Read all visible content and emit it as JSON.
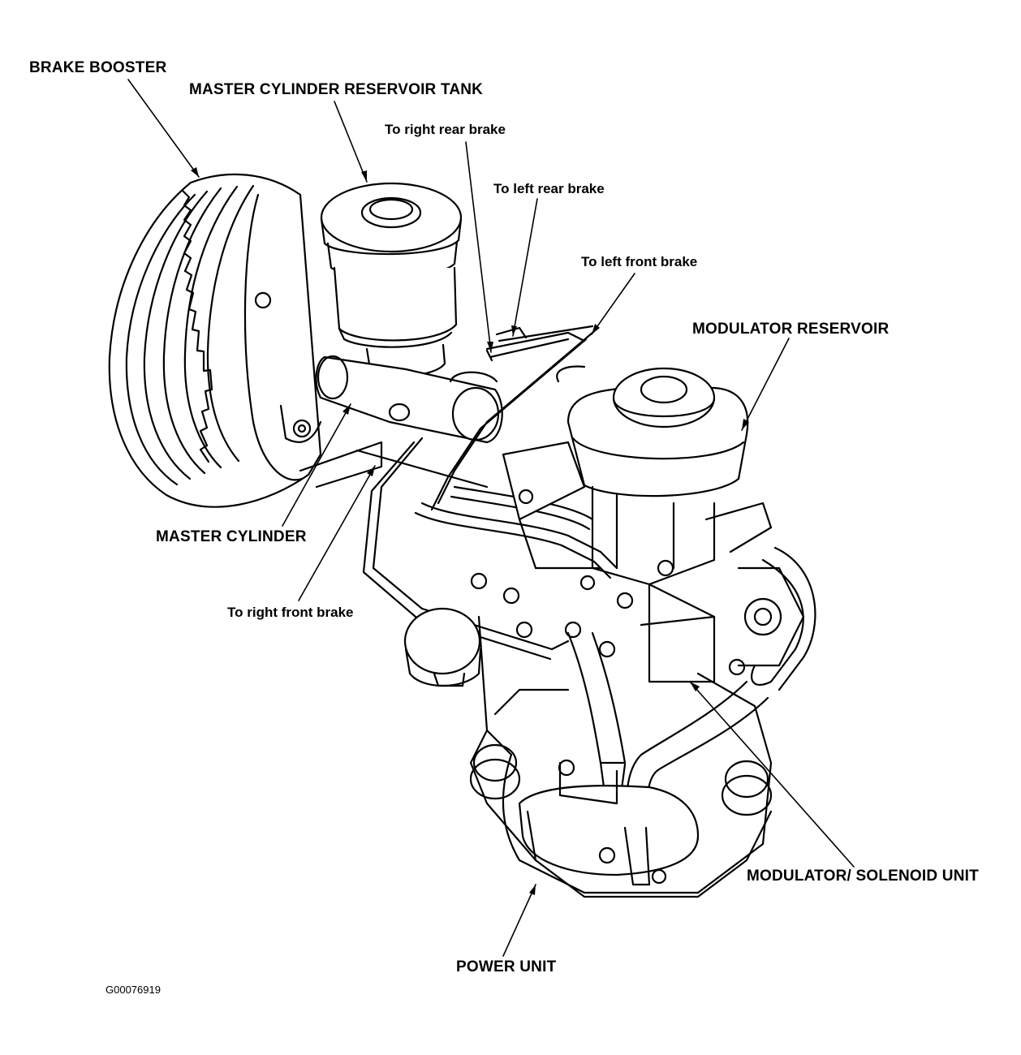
{
  "labels": {
    "brake_booster": "BRAKE BOOSTER",
    "master_cylinder_reservoir_tank": "MASTER CYLINDER RESERVOIR TANK",
    "to_right_rear_brake": "To right rear brake",
    "to_left_rear_brake": "To left rear brake",
    "to_left_front_brake": "To left front brake",
    "modulator_reservoir": "MODULATOR RESERVOIR",
    "master_cylinder": "MASTER CYLINDER",
    "to_right_front_brake": "To right front brake",
    "modulator_solenoid_unit": "MODULATOR/ SOLENOID UNIT",
    "power_unit": "POWER UNIT"
  },
  "figure_code": "G00076919"
}
